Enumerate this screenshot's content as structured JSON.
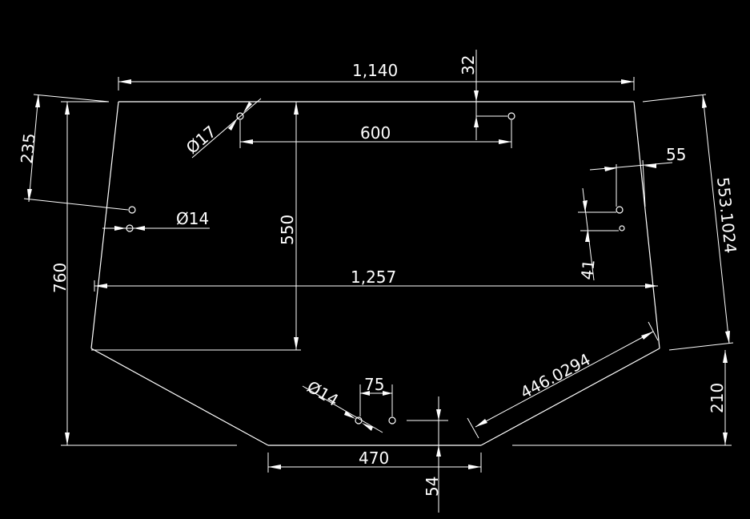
{
  "colors": {
    "background": "#000000",
    "stroke": "#ffffff"
  },
  "dimensions": {
    "top_width": "1,140",
    "offset_32": "32",
    "hole_spacing_600": "600",
    "dia_17": "Ø17",
    "edge_55": "55",
    "side_235": "235",
    "dia_14_left": "Ø14",
    "height_550": "550",
    "slant_553": "553.1024",
    "spacing_41": "41",
    "height_760": "760",
    "mid_width": "1,257",
    "height_210": "210",
    "slant_446": "446.0294",
    "dia_14_bottom": "Ø14",
    "spacing_75": "75",
    "bottom_width": "470",
    "offset_54": "54"
  }
}
